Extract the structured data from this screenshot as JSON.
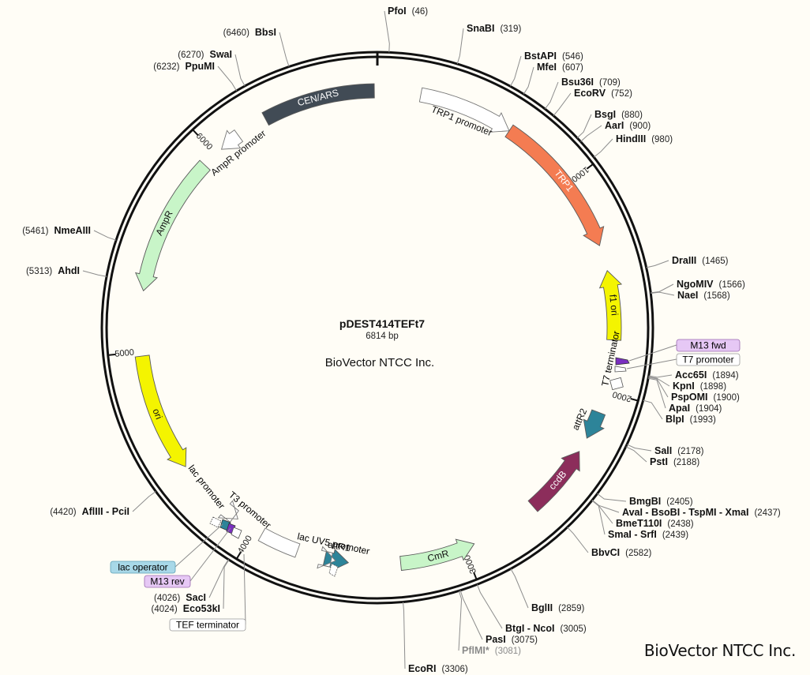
{
  "map": {
    "name": "pDEST414TEFt7",
    "length_label": "6814 bp",
    "length": 6814,
    "company_center": "BioVector NTCC Inc.",
    "company_corner": "BioVector NTCC Inc."
  },
  "ticks": [
    {
      "pos": 1000,
      "label": "1000"
    },
    {
      "pos": 2000,
      "label": "2000"
    },
    {
      "pos": 3000,
      "label": "3000"
    },
    {
      "pos": 4000,
      "label": "4000"
    },
    {
      "pos": 5000,
      "label": "5000"
    },
    {
      "pos": 6000,
      "label": "6000"
    }
  ],
  "features": [
    {
      "name": "TRP1 promoter",
      "start": 200,
      "end": 640,
      "dir": 1,
      "color": "#ffffff",
      "label_mode": "outside"
    },
    {
      "name": "TRP1",
      "start": 640,
      "end": 1320,
      "dir": 1,
      "color": "#f47c52",
      "label_mode": "inside"
    },
    {
      "name": "f1 ori",
      "start": 1760,
      "end": 1440,
      "dir": -1,
      "color": "#f4f400",
      "label_mode": "inside"
    },
    {
      "name": "attR2",
      "start": 2100,
      "end": 2230,
      "dir": 1,
      "color": "#2d8499",
      "label_mode": "outside"
    },
    {
      "name": "ccdB",
      "start": 2630,
      "end": 2300,
      "dir": -1,
      "color": "#8c2d5b",
      "label_mode": "inside"
    },
    {
      "name": "CmR",
      "start": 3300,
      "end": 2950,
      "dir": -1,
      "color": "#c8f5c8",
      "label_mode": "inside"
    },
    {
      "name": "attR1",
      "start": 3650,
      "end": 3540,
      "dir": -1,
      "color": "#2d8499",
      "label_mode": "outside"
    },
    {
      "name": "lac UV5 promoter",
      "start": 3620,
      "end": 3600,
      "dir": -1,
      "color": "#ffffff",
      "label_mode": "none"
    },
    {
      "name": "TEF terminator",
      "start": 3960,
      "end": 3780,
      "dir": 0,
      "color": "#ffffff",
      "label_mode": "none"
    },
    {
      "name": "T3 promoter",
      "start": 4110,
      "end": 4090,
      "dir": -1,
      "color": "#ffffff",
      "label_mode": "none"
    },
    {
      "name": "ori",
      "start": 4980,
      "end": 4430,
      "dir": -1,
      "color": "#f4f400",
      "label_mode": "inside"
    },
    {
      "name": "AmpR",
      "start": 5930,
      "end": 5280,
      "dir": -1,
      "color": "#c8f5c8",
      "label_mode": "inside"
    },
    {
      "name": "AmpR promoter",
      "start": 6135,
      "end": 6035,
      "dir": -1,
      "color": "#ffffff",
      "label_mode": "outside"
    },
    {
      "name": "CEN/ARS",
      "start": 6280,
      "end": 6800,
      "dir": 0,
      "color": "#414b55",
      "label_mode": "inside"
    }
  ],
  "feature_labels": {
    "t7_terminator": "T7 terminator",
    "lac_uv5": "lac UV5 promoter",
    "lac_promoter": "lac promoter",
    "t3_promoter": "T3 promoter"
  },
  "boxed_labels": [
    {
      "text": "M13 fwd",
      "bg": "#e6c8f5",
      "border": "#9a6bb0"
    },
    {
      "text": "T7 promoter",
      "bg": "#ffffff",
      "border": "#999999"
    },
    {
      "text": "lac operator",
      "bg": "#a8d8e8",
      "border": "#5c9fb5"
    },
    {
      "text": "M13 rev",
      "bg": "#e6c8f5",
      "border": "#9a6bb0"
    },
    {
      "text": "TEF terminator",
      "bg": "#ffffff",
      "border": "#999999"
    }
  ],
  "sites": [
    {
      "name": "PfoI",
      "pos": "(46)",
      "style": "normal"
    },
    {
      "name": "SnaBI",
      "pos": "(319)",
      "style": "normal"
    },
    {
      "name": "BstAPI",
      "pos": "(546)",
      "style": "normal"
    },
    {
      "name": "MfeI",
      "pos": "(607)",
      "style": "normal"
    },
    {
      "name": "Bsu36I",
      "pos": "(709)",
      "style": "normal"
    },
    {
      "name": "EcoRV",
      "pos": "(752)",
      "style": "normal"
    },
    {
      "name": "BsgI",
      "pos": "(880)",
      "style": "normal"
    },
    {
      "name": "AarI",
      "pos": "(900)",
      "style": "normal"
    },
    {
      "name": "HindIII",
      "pos": "(980)",
      "style": "normal"
    },
    {
      "name": "DraIII",
      "pos": "(1465)",
      "style": "normal"
    },
    {
      "name": "NgoMIV",
      "pos": "(1566)",
      "style": "normal"
    },
    {
      "name": "NaeI",
      "pos": "(1568)",
      "style": "normal"
    },
    {
      "name": "Acc65I",
      "pos": "(1894)",
      "style": "normal"
    },
    {
      "name": "KpnI",
      "pos": "(1898)",
      "style": "normal"
    },
    {
      "name": "PspOMI",
      "pos": "(1900)",
      "style": "normal"
    },
    {
      "name": "ApaI",
      "pos": "(1904)",
      "style": "normal"
    },
    {
      "name": "BlpI",
      "pos": "(1993)",
      "style": "normal"
    },
    {
      "name": "SalI",
      "pos": "(2178)",
      "style": "normal"
    },
    {
      "name": "PstI",
      "pos": "(2188)",
      "style": "normal"
    },
    {
      "name": "BmgBI",
      "pos": "(2405)",
      "style": "normal"
    },
    {
      "name": "AvaI - BsoBI - TspMI - XmaI",
      "pos": "(2437)",
      "style": "normal"
    },
    {
      "name": "BmeT110I",
      "pos": "(2438)",
      "style": "normal"
    },
    {
      "name": "SmaI - SrfI",
      "pos": "(2439)",
      "style": "normal"
    },
    {
      "name": "BbvCI",
      "pos": "(2582)",
      "style": "normal"
    },
    {
      "name": "BglII",
      "pos": "(2859)",
      "style": "normal"
    },
    {
      "name": "BtgI - NcoI",
      "pos": "(3005)",
      "style": "normal"
    },
    {
      "name": "PasI",
      "pos": "(3075)",
      "style": "normal"
    },
    {
      "name": "PflMI*",
      "pos": "(3081)",
      "style": "gray"
    },
    {
      "name": "EcoRI",
      "pos": "(3306)",
      "style": "normal"
    },
    {
      "name": "SacI",
      "pos": "(4026)",
      "style": "left"
    },
    {
      "name": "Eco53kI",
      "pos": "(4024)",
      "style": "left"
    },
    {
      "name": "AflIII - PciI",
      "pos": "(4420)",
      "style": "left"
    },
    {
      "name": "AhdI",
      "pos": "(5313)",
      "style": "left"
    },
    {
      "name": "NmeAIII",
      "pos": "(5461)",
      "style": "left"
    },
    {
      "name": "PpuMI",
      "pos": "(6232)",
      "style": "left"
    },
    {
      "name": "SwaI",
      "pos": "(6270)",
      "style": "left"
    },
    {
      "name": "BbsI",
      "pos": "(6460)",
      "style": "left"
    }
  ]
}
